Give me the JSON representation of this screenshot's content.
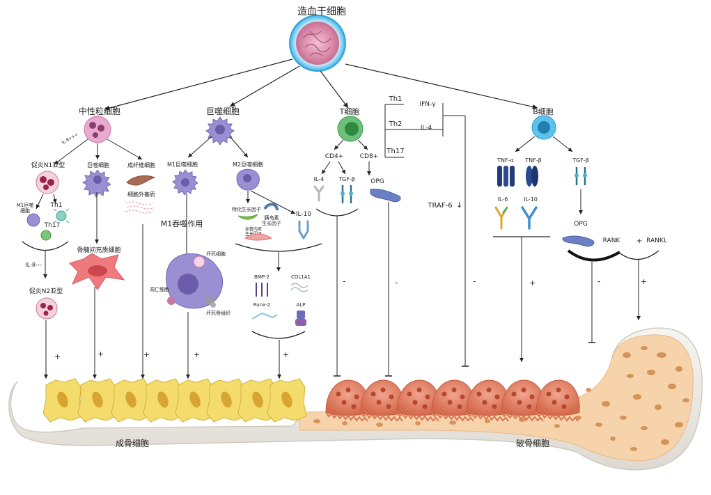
{
  "labels": {
    "hsc": "造血干细胞",
    "neutrophil": "中性粒细胞",
    "macrophage": "巨噬细胞",
    "tcell": "T细胞",
    "bcell": "B细胞",
    "n1": "促炎N1亚型",
    "n_macro": "巨噬细胞",
    "fibroblast": "成纤维细胞",
    "ecm": "细胞外基质",
    "il8_up": "IL-8+++",
    "m1_small": "M1巨噬\n细胞",
    "th1_left": "Th1",
    "th17_left": "Th17",
    "il8_down": "IL-8---",
    "n2": "促炎N2亚型",
    "bmsc": "骨髓间充质细胞",
    "m1": "M1巨噬细胞",
    "m2": "M2巨噬细胞",
    "m1_phago": "M1吞噬作用",
    "necrotic": "坏死细胞",
    "apoptotic": "凋亡细胞",
    "necrotic_bone": "坏死骨组织",
    "tgf_specific": "特化生长因子",
    "insulin_gf": "胰岛素\n生长因子",
    "vegf": "血管内皮\n生长因子",
    "il10_m2": "IL-10",
    "bmp2": "BMP-2",
    "col1a1": "COL1A1",
    "runx2": "Runx-2",
    "alp": "ALP",
    "cd4": "CD4+",
    "cd8": "CD8+",
    "il4_t": "IL-4",
    "tgfb_t": "TGF-β",
    "opg_t": "OPG",
    "th1": "Th1",
    "th2": "Th2",
    "th17": "Th17",
    "ifng": "IFN-γ",
    "il4_th": "IL-4",
    "traf6": "TRAF-6",
    "tnfa": "TNF-α",
    "tnfb": "TNF-β",
    "il6": "IL-6",
    "il10_b": "IL-10",
    "tgfb_b": "TGF-β",
    "opg_b": "OPG",
    "rank": "RANK",
    "rankl": "RANKL",
    "osteoblast": "成骨细胞",
    "osteoclast": "破骨细胞"
  },
  "signs": {
    "plus": "+",
    "minus": "-",
    "plus_rankl": "+",
    "traf_arrow": "↓"
  },
  "colors": {
    "line": "#222222",
    "neutrophil": "#e7a6cf",
    "macrophage": "#9a8ed3",
    "tcell": "#55b86a",
    "bcell": "#39a9de",
    "osteoblast": "#f2d96a",
    "osteoclast": "#e8896e",
    "bone": "#efece6",
    "marrow": "#f5c79a"
  }
}
